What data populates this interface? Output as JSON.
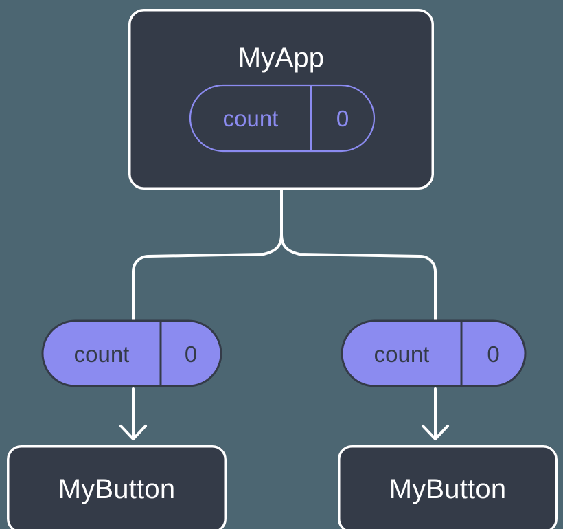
{
  "diagram": {
    "type": "component-state-tree",
    "background_color": "#4c6672",
    "node_fill_color": "#343b48",
    "node_border_color": "#ffffff",
    "state_accent_color": "#8b8bf0",
    "connector_color": "#ffffff",
    "root": {
      "title": "MyApp",
      "state": {
        "key": "count",
        "value": "0",
        "style": "outline"
      }
    },
    "branches": [
      {
        "side": "left",
        "prop": {
          "key": "count",
          "value": "0",
          "style": "filled"
        },
        "child": {
          "title": "MyButton"
        }
      },
      {
        "side": "right",
        "prop": {
          "key": "count",
          "value": "0",
          "style": "filled"
        },
        "child": {
          "title": "MyButton"
        }
      }
    ]
  }
}
